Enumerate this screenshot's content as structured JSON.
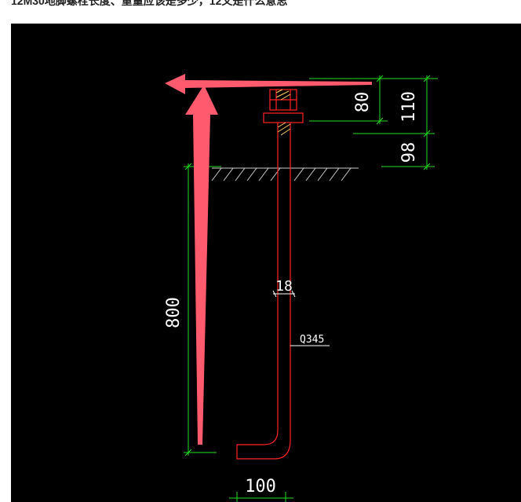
{
  "post": {
    "title": "12M30地脚螺栓长度、重量应该是多少，12又是什么意思"
  },
  "drawing": {
    "dim_top": "80",
    "dim_right_top": "110",
    "dim_right_bottom": "98",
    "dim_left": "800",
    "dim_diameter": "18",
    "material": "Q345",
    "dim_bottom": "100"
  },
  "colors": {
    "background": "#000000",
    "bolt": "#ff2222",
    "dimension": "#22dd22",
    "text": "#ffffff",
    "arrow": "#ff5a6e",
    "hatch": "#cccccc"
  }
}
